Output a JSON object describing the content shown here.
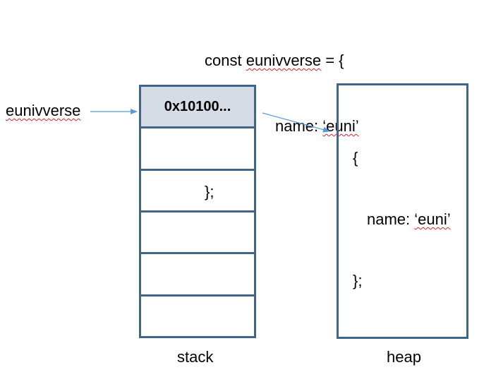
{
  "code": {
    "line1_keyword": "const",
    "line1_var": "eunivverse",
    "line1_rest": " = {",
    "line2_key": "name: ",
    "line2_value": "‘euni’",
    "line3": "};"
  },
  "variable_label": "eunivverse",
  "stack": {
    "caption": "stack",
    "cells": [
      "0x10100...",
      "",
      "",
      "",
      "",
      ""
    ]
  },
  "heap": {
    "caption": "heap",
    "line1": "{",
    "line2_key": "name: ",
    "line2_value": "‘euni’",
    "line3": "};"
  },
  "colors": {
    "box_border": "#41658a",
    "highlight_cell": "#d6dce6",
    "arrow": "#5b9bd5",
    "spellcheck_underline": "#e02020"
  }
}
